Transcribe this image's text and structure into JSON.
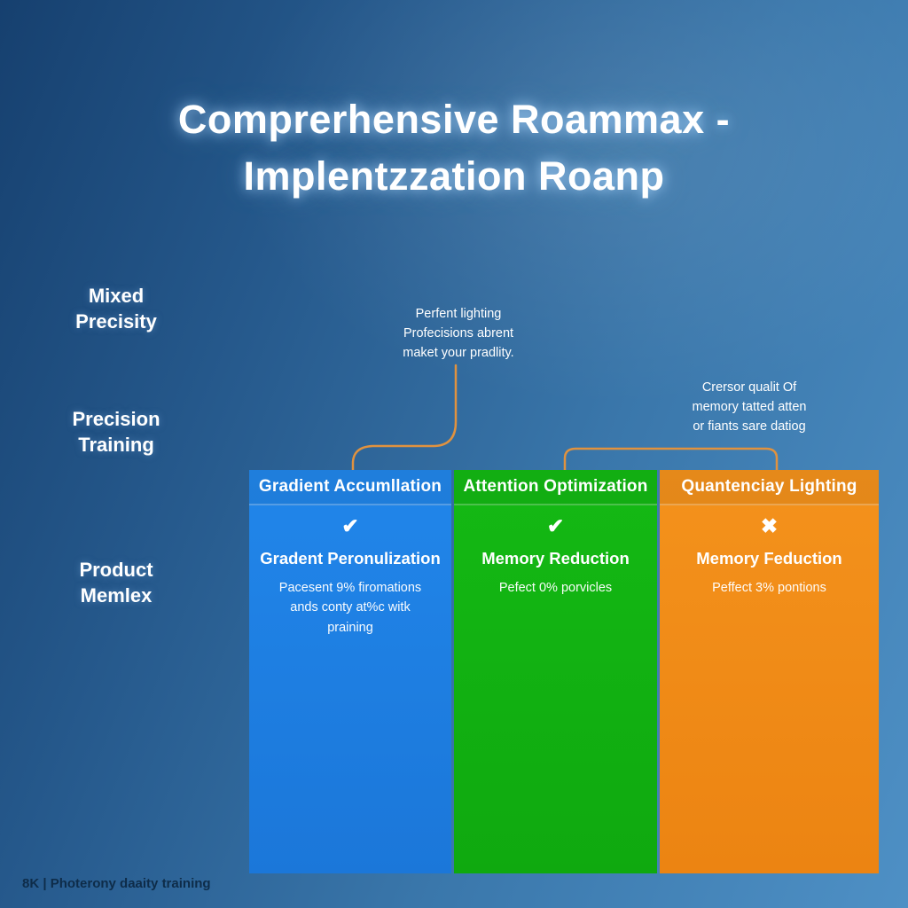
{
  "title": {
    "line1": "Comprerhensive Roammax -",
    "line2": "Implentzzation Roanp"
  },
  "side_labels": [
    {
      "line1": "Mixed",
      "line2": "Precisity"
    },
    {
      "line1": "Precision",
      "line2": "Training"
    },
    {
      "line1": "Product",
      "line2": "Memlex"
    }
  ],
  "annotations": {
    "left": {
      "line1": "Perfent lighting",
      "line2": "Profecisions abrent",
      "line3": "maket your pradlity."
    },
    "right": {
      "line1": "Crersor qualit Of",
      "line2": "memory tatted atten",
      "line3": "or fiants sare datiog"
    }
  },
  "columns": [
    {
      "header": "Gradient Accumllation",
      "icon_name": "check",
      "icon": "✔",
      "subtitle": "Gradent Peronulization",
      "body_line1": "Pacesent 9% firomations",
      "body_line2": "ands conty at%c witk",
      "body_line3": "praining",
      "color": "#1e80e4"
    },
    {
      "header": "Attention Optimization",
      "icon_name": "check",
      "icon": "✔",
      "subtitle": "Memory Reduction",
      "body_line1": "Pefect 0% porvicles",
      "color": "#12b312"
    },
    {
      "header": "Quantenciay Lighting",
      "icon_name": "cross",
      "icon": "✖",
      "subtitle": "Memory Feduction",
      "body_line1": "Peffect 3% pontions",
      "color": "#f18c18"
    }
  ],
  "footer": "8K | Photerony daaity training",
  "colors": {
    "connector": "#e0923f",
    "background_top_left": "#16406f",
    "background_bottom_right": "#4e90c5",
    "column_blue": "#1e80e4",
    "column_green": "#12b312",
    "column_orange": "#f18c18",
    "title_text": "#ffffff",
    "footer_text": "#0e2c49"
  }
}
